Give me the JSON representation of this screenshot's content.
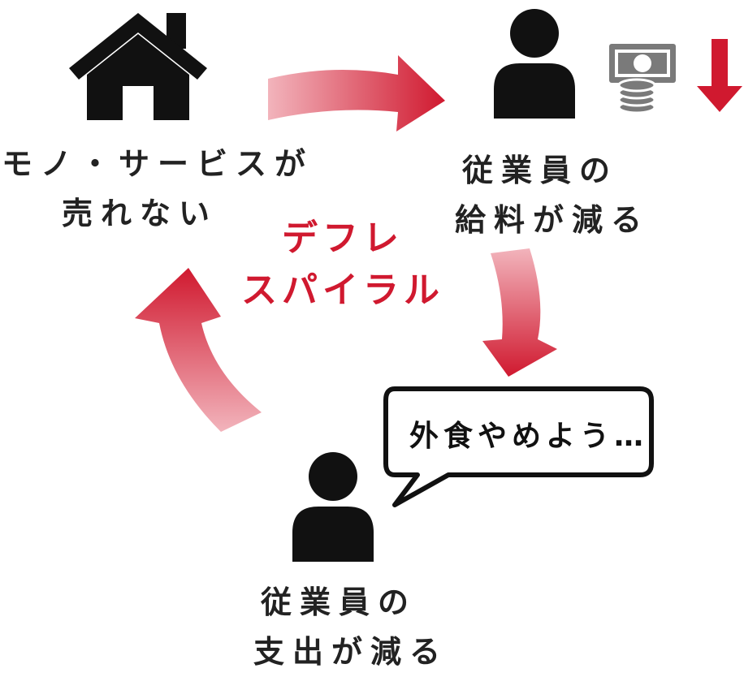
{
  "colors": {
    "ink": "#111111",
    "accent": "#d0192f",
    "arrow_light": "#f2b4bc",
    "icon_gray": "#7a7a7a"
  },
  "nodes": {
    "top_left": {
      "icon": "house-icon",
      "line1": "モノ・サービスが",
      "line2": "売れない"
    },
    "top_right": {
      "icon": "person-icon",
      "line1": "従業員の",
      "line2": "給料が減る",
      "extras": [
        "money-coins-icon",
        "down-arrow-icon"
      ]
    },
    "bottom": {
      "icon": "person-icon",
      "line1": "従業員の",
      "line2": "支出が減る",
      "speech": "外食やめよう…"
    }
  },
  "center": {
    "line1": "デフレ",
    "line2": "スパイラル"
  }
}
